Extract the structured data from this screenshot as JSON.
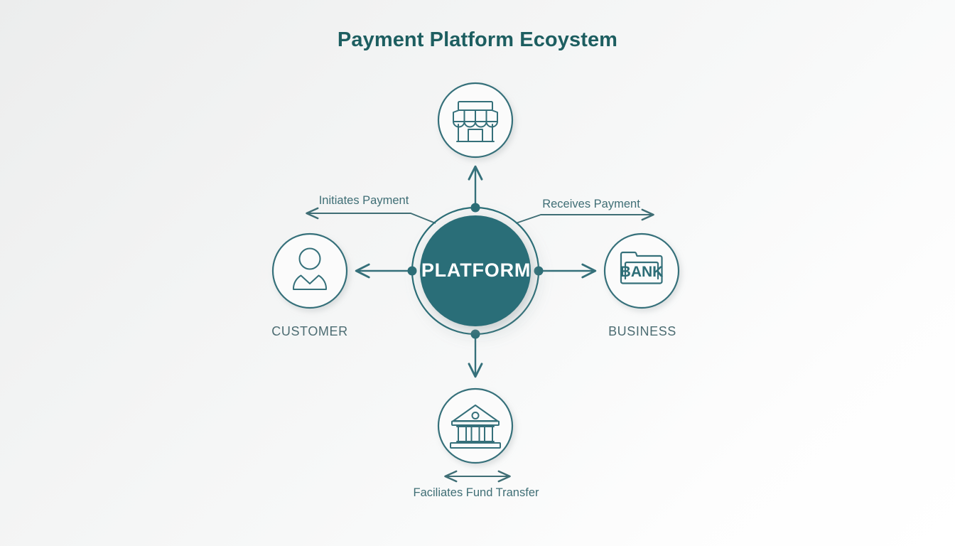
{
  "diagram": {
    "title": "Payment Platform Ecoystem",
    "center": {
      "label": "PLATFORM",
      "name": "platform-hub"
    },
    "nodes": [
      {
        "id": "merchant",
        "icon": "storefront-icon",
        "label": "",
        "position": "top"
      },
      {
        "id": "customer",
        "icon": "person-icon",
        "label": "CUSTOMER",
        "position": "left"
      },
      {
        "id": "business",
        "icon": "bank-card-icon",
        "label": "BUSINESS",
        "position": "right",
        "icon_text": "BANK"
      },
      {
        "id": "bank",
        "icon": "bank-building-icon",
        "label": "",
        "position": "bottom"
      }
    ],
    "flows": [
      {
        "id": "initiates-payment",
        "label": "Initiates Payment",
        "direction": "left"
      },
      {
        "id": "receives-payment",
        "label": "Receives Payment",
        "direction": "right"
      },
      {
        "id": "facilitates-fund-transfer",
        "label": "Faciliates Fund Transfer",
        "direction": "both"
      }
    ],
    "colors": {
      "teal_dark": "#1d5e60",
      "teal_fill": "#2b6e78",
      "stroke": "#35707a",
      "label_text": "#4c6c72",
      "flow_text": "#3f6e75",
      "background_light": "#eceded",
      "background_white": "#ffffff"
    }
  }
}
